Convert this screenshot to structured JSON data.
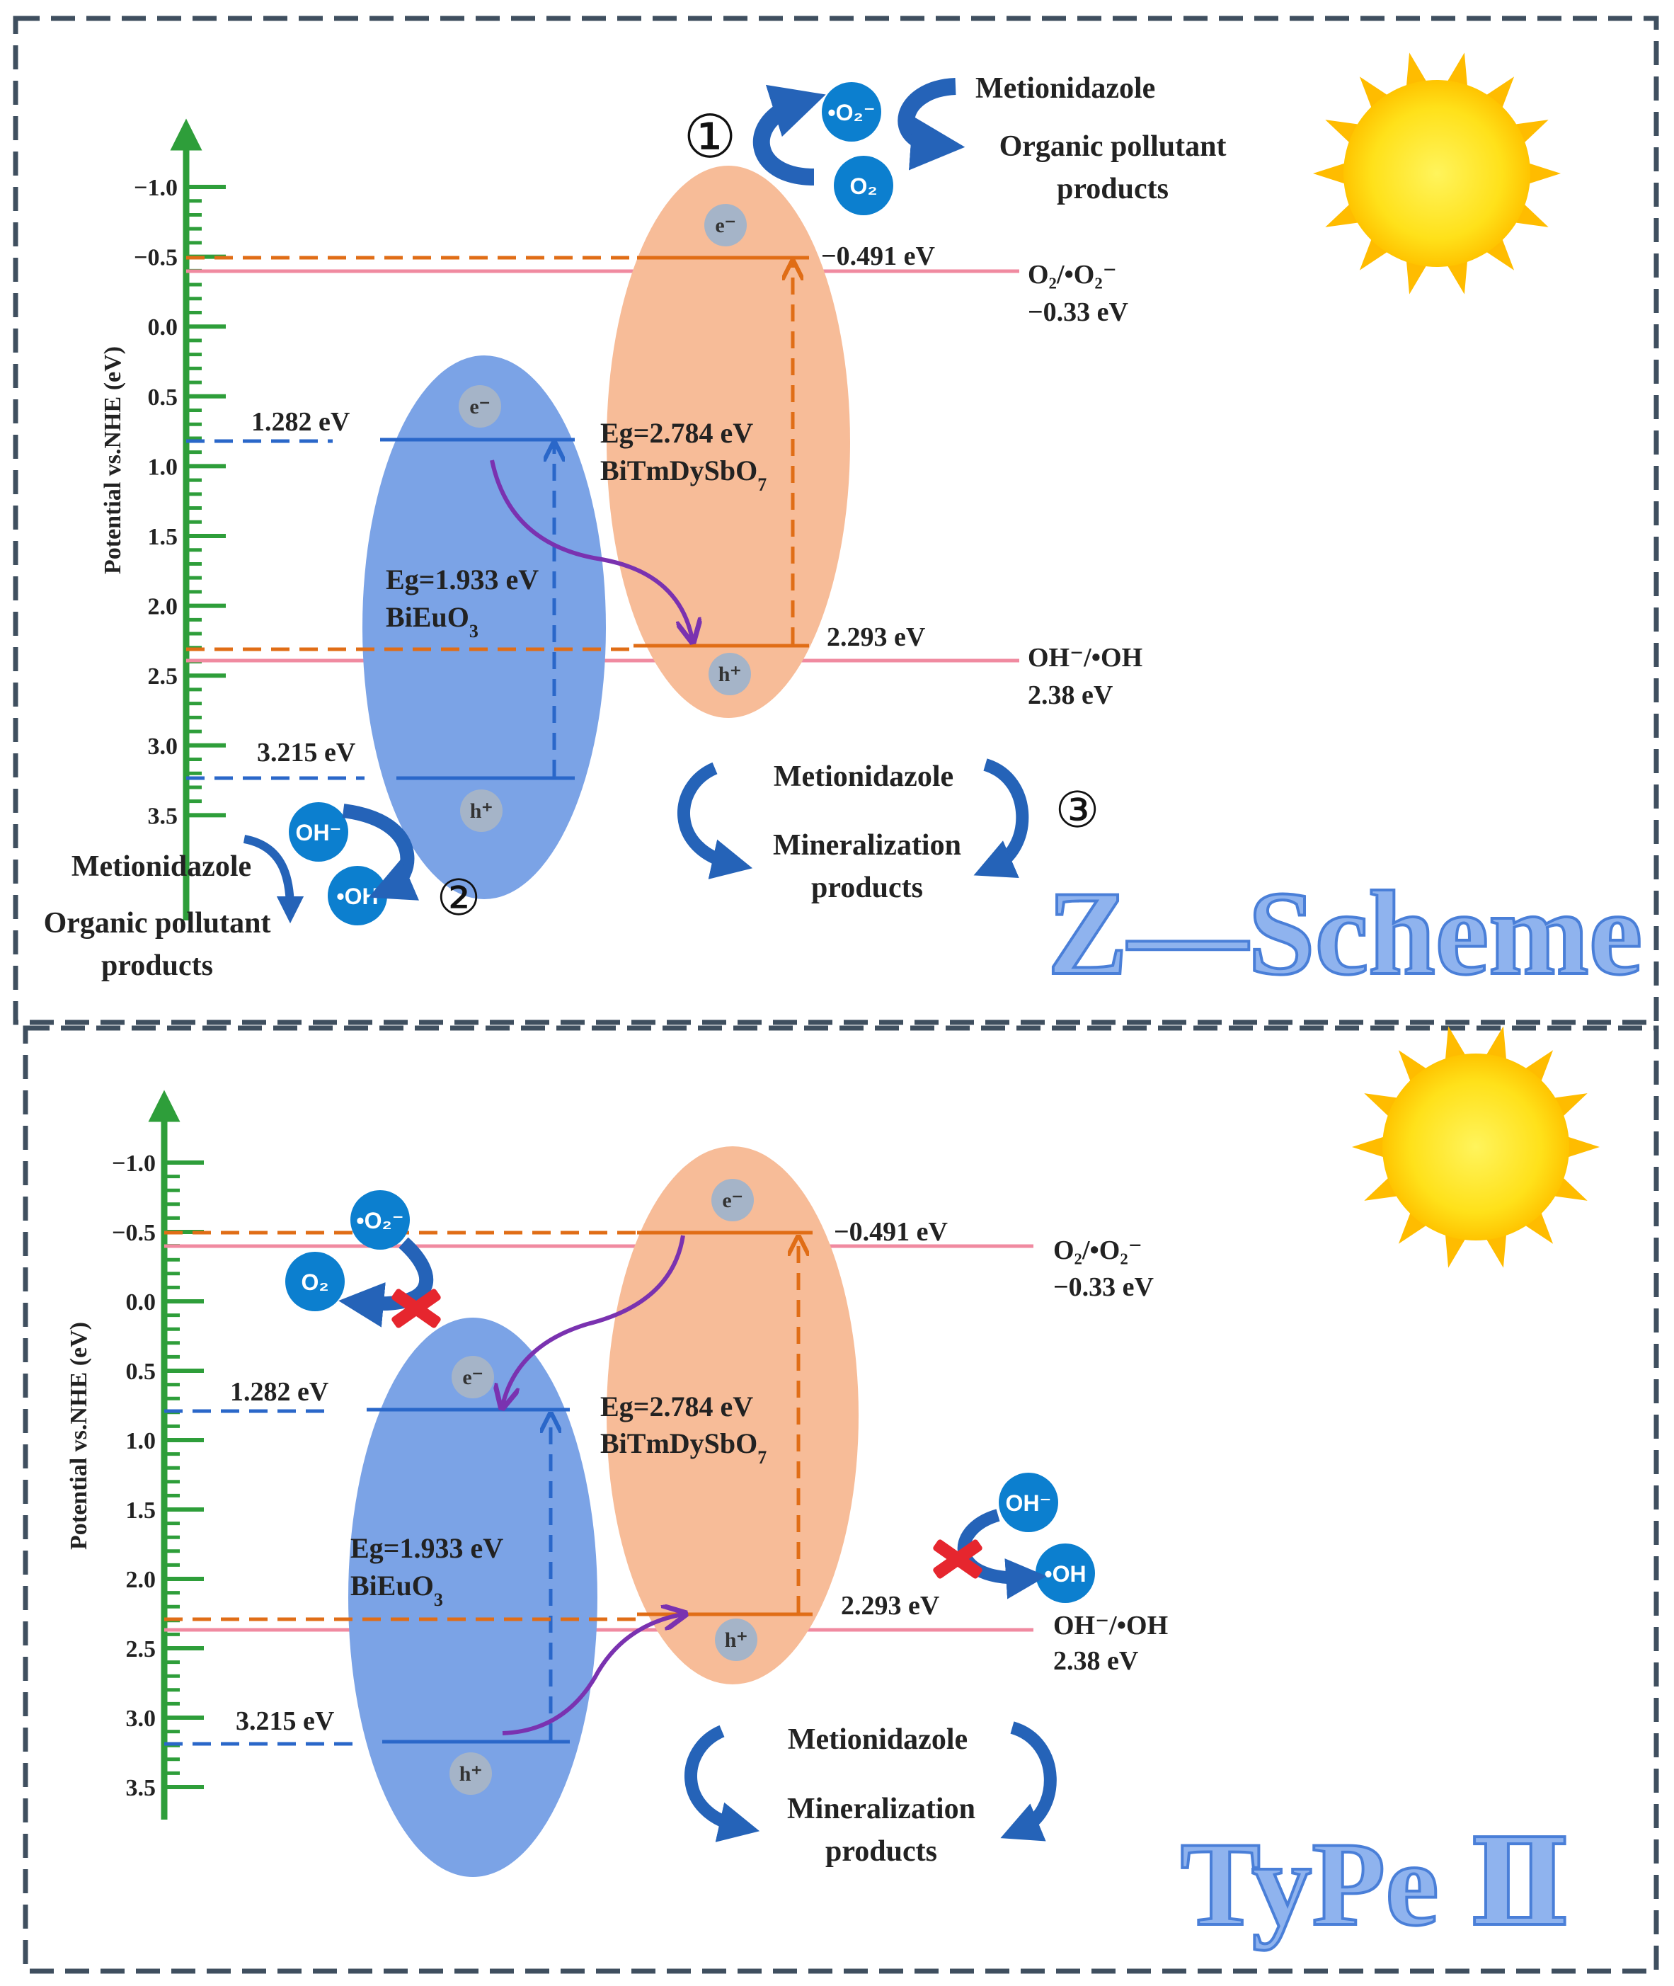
{
  "colors": {
    "frame": "#3f4f5f",
    "axis": "#2e9e3a",
    "blue_band": "#7ba3e6",
    "orange_band": "#f7bc98",
    "cb_blue": "#2a67c9",
    "cb_orange": "#e06d16",
    "redox_line": "#f08aa0",
    "purple_arrow": "#7a32b0",
    "radical_circle": "#0c7fcf",
    "curved_arrow": "#2563b8",
    "red_cross": "#e6262e",
    "sun": "#ffcc00"
  },
  "axis": {
    "ylabel": "Potential  vs.NHE (eV)",
    "ticks": [
      "−1.0",
      "−0.5",
      "0.0",
      "0.5",
      "1.0",
      "1.5",
      "2.0",
      "2.5",
      "3.0",
      "3.5"
    ]
  },
  "semiconductors": {
    "bieuo3": {
      "eg": "Eg=1.933 eV",
      "name": "BiEuO",
      "sub": "3",
      "cb": "1.282 eV",
      "vb": "3.215 eV"
    },
    "bitmdysbo7": {
      "eg": "Eg=2.784 eV",
      "name": "BiTmDySbO",
      "sub": "7",
      "cb": "−0.491 eV",
      "vb": "2.293 eV"
    }
  },
  "carriers": {
    "electron": "e⁻",
    "hole": "h⁺"
  },
  "redox": {
    "o2": {
      "couple": "O₂/•O₂⁻",
      "value": "−0.33 eV"
    },
    "oh": {
      "couple": "OH⁻/•OH",
      "value": "2.38 eV"
    }
  },
  "species": {
    "superoxide": "•O₂⁻",
    "oxygen": "O₂",
    "hydroxide": "OH⁻",
    "hydroxyl": "•OH"
  },
  "panel_z": {
    "title": "Z—Scheme",
    "markers": [
      "①",
      "②",
      "③"
    ],
    "pollutant": "Metionidazole",
    "organic_products_1": "Organic pollutant",
    "organic_products_2": "products",
    "mineral_1": "Mineralization",
    "mineral_2": "products"
  },
  "panel_ii": {
    "title": "TyPe Ⅱ",
    "pollutant": "Metionidazole",
    "mineral_1": "Mineralization",
    "mineral_2": "products"
  }
}
